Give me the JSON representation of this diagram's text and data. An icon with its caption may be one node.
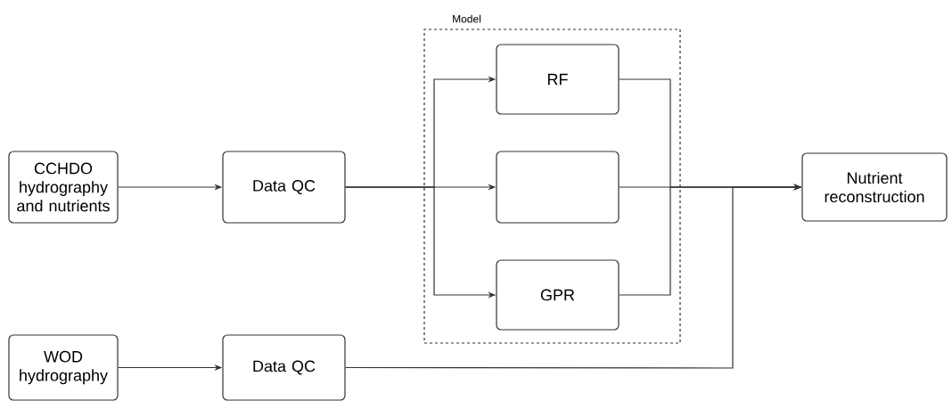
{
  "diagram": {
    "nodes": [
      {
        "text": [
          "Model"
        ]
      },
      {
        "text": [
          "CCHDO hydrography and nutrients"
        ]
      },
      {
        "text": [
          "Data QC"
        ]
      },
      {
        "text": [
          "RF"
        ],
        "in": 0
      },
      {
        "text": [],
        "shape": "box",
        "in": 0
      },
      {
        "text": [
          "GPR"
        ],
        "in": 0
      },
      {
        "text": [
          "Nutrient reconstruction"
        ]
      },
      {
        "text": [
          "WOD hydrography"
        ]
      },
      {
        "text": [
          "Data QC"
        ]
      }
    ],
    "edges": [
      {
        "from": 1,
        "to": 2,
        "arrow": "to"
      },
      {
        "from": 2,
        "to": 3,
        "arrow": "to"
      },
      {
        "from": 2,
        "to": 4,
        "arrow": "to"
      },
      {
        "from": 2,
        "to": 5,
        "arrow": "to"
      },
      {
        "from": 3,
        "to": 6,
        "arrow": "to"
      },
      {
        "from": 4,
        "to": 6,
        "arrow": "to"
      },
      {
        "from": 5,
        "to": 6,
        "arrow": "to"
      },
      {
        "from": 7,
        "to": 8,
        "arrow": "to"
      },
      {
        "from": 8,
        "to": 6,
        "arrow": "to"
      }
    ]
  }
}
